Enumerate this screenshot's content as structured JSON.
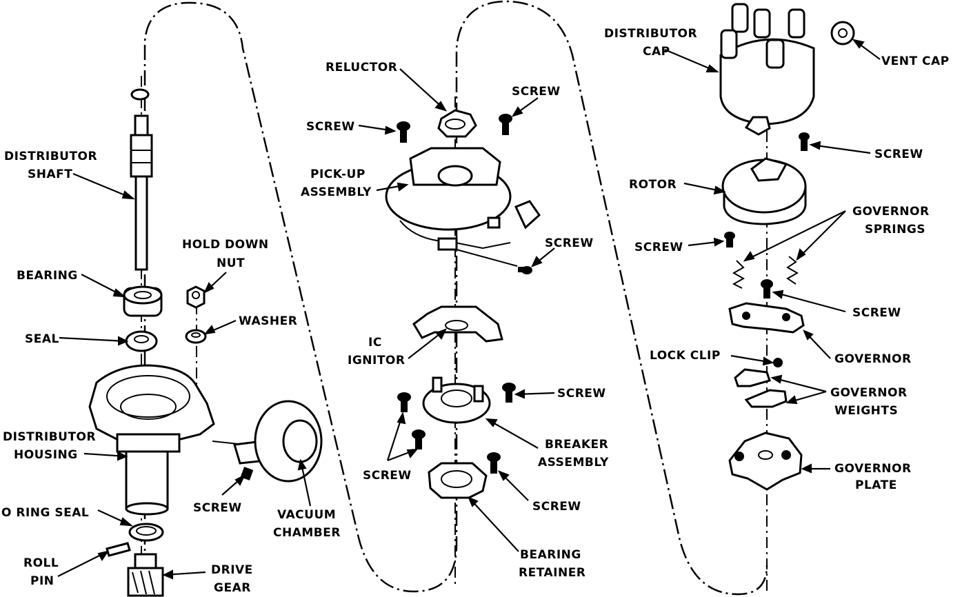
{
  "labels": {
    "distributor_shaft": [
      "DISTRIBUTOR",
      "SHAFT"
    ],
    "bearing": "BEARING",
    "seal": "SEAL",
    "distributor_housing": [
      "DISTRIBUTOR",
      "HOUSING"
    ],
    "o_ring_seal": "O RING SEAL",
    "roll_pin": [
      "ROLL",
      "PIN"
    ],
    "drive_gear": [
      "DRIVE",
      "GEAR"
    ],
    "hold_down_nut": [
      "HOLD DOWN",
      "NUT"
    ],
    "washer": "WASHER",
    "screw_vacuum": "SCREW",
    "vacuum_chamber": [
      "VACUUM",
      "CHAMBER"
    ],
    "reluctor": "RELUCTOR",
    "screw_top_left": "SCREW",
    "screw_top_right": "SCREW",
    "pickup_assembly": [
      "PICK-UP",
      "ASSEMBLY"
    ],
    "screw_pickup": "SCREW",
    "ic_ignitor": [
      "IC",
      "IGNITOR"
    ],
    "screw_breaker_right": "SCREW",
    "breaker_assembly": [
      "BREAKER",
      "ASSEMBLY"
    ],
    "screw_breaker_left": "SCREW",
    "screw_retainer": "SCREW",
    "bearing_retainer": [
      "BEARING",
      "RETAINER"
    ],
    "distributor_cap": [
      "DISTRIBUTOR",
      "CAP"
    ],
    "vent_cap": "VENT CAP",
    "screw_cap": "SCREW",
    "rotor": "ROTOR",
    "governor_springs": [
      "GOVERNOR",
      "SPRINGS"
    ],
    "screw_rotor": "SCREW",
    "screw_governor": "SCREW",
    "lock_clip": "LOCK CLIP",
    "governor": "GOVERNOR",
    "governor_weights": [
      "GOVERNOR",
      "WEIGHTS"
    ],
    "governor_plate": [
      "GOVERNOR",
      "PLATE"
    ]
  }
}
